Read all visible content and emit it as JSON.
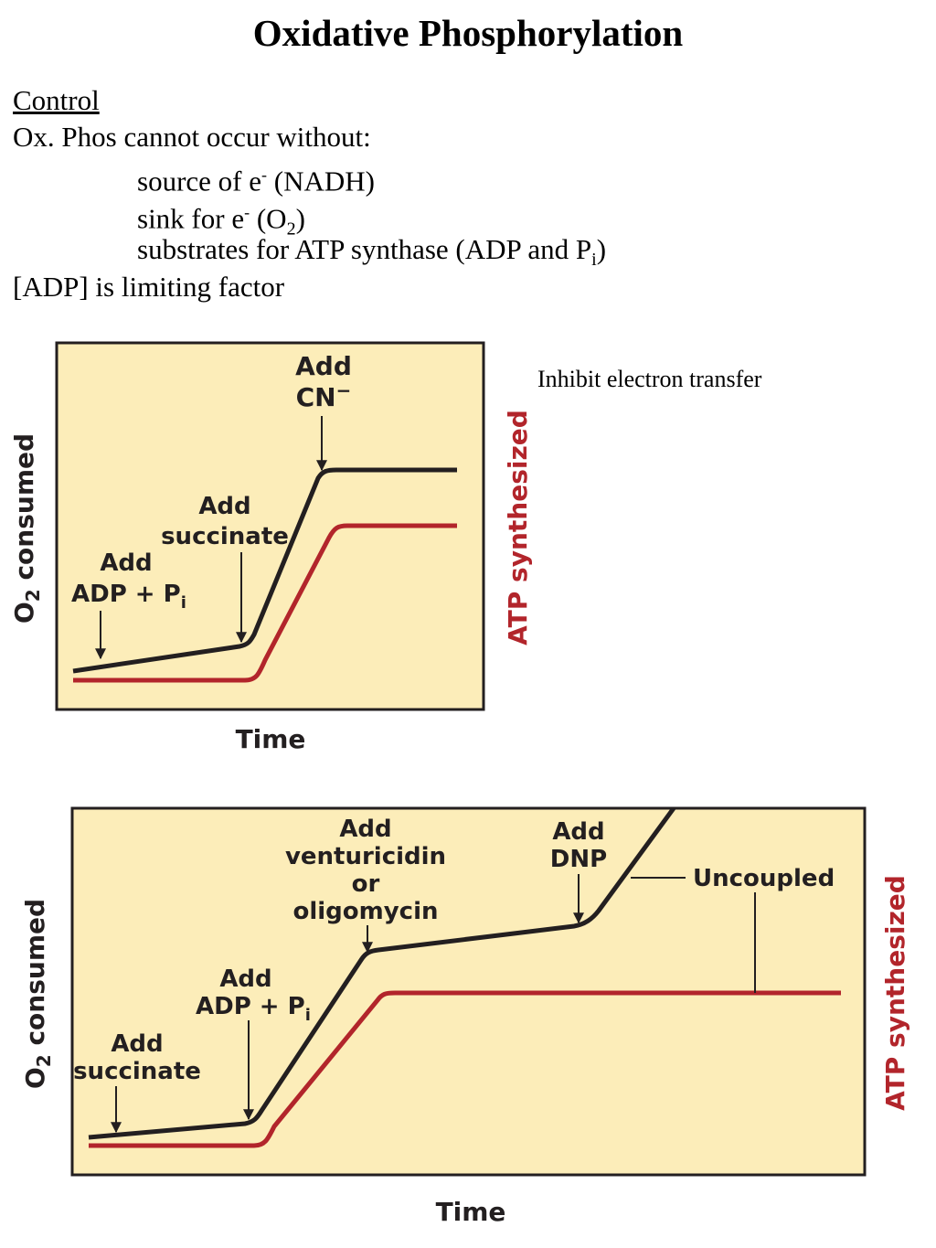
{
  "title": "Oxidative Phosphorylation",
  "control": {
    "heading": "Control",
    "intro": "Ox. Phos cannot occur without:",
    "items": [
      {
        "text": "source of e",
        "sup": "-",
        "tail": " (NADH)"
      },
      {
        "text": "sink for e",
        "sup": "-",
        "tail_a": " (O",
        "sub": "2",
        "tail_b": ")"
      },
      {
        "text": "substrates for ATP synthase (ADP and P",
        "sub": "i",
        "tail": ")"
      }
    ],
    "limiting": "[ADP] is limiting factor"
  },
  "note": "Inhibit electron transfer",
  "colors": {
    "panel_bg": "#fcedb9",
    "o2_line": "#231f20",
    "atp_line": "#b2252b"
  },
  "diagram1": {
    "ylabel_left": {
      "main": "O",
      "sub": "2",
      "rest": " consumed"
    },
    "ylabel_right": "ATP synthesized",
    "xlabel": "Time",
    "annotations": {
      "adp": {
        "l1": "Add",
        "l2": "ADP + P",
        "sub": "i"
      },
      "succinate": {
        "l1": "Add",
        "l2": "succinate"
      },
      "cn": {
        "l1": "Add",
        "l2": "CN",
        "sup": "−"
      }
    }
  },
  "diagram2": {
    "ylabel_left": {
      "main": "O",
      "sub": "2",
      "rest": " consumed"
    },
    "ylabel_right": "ATP synthesized",
    "xlabel": "Time",
    "annotations": {
      "succinate": {
        "l1": "Add",
        "l2": "succinate"
      },
      "adp": {
        "l1": "Add",
        "l2": "ADP + P",
        "sub": "i"
      },
      "vent": {
        "l1": "Add",
        "l2": "venturicidin",
        "l3": "or",
        "l4": "oligomycin"
      },
      "dnp": {
        "l1": "Add",
        "l2": "DNP"
      },
      "uncoupled": "Uncoupled"
    }
  }
}
